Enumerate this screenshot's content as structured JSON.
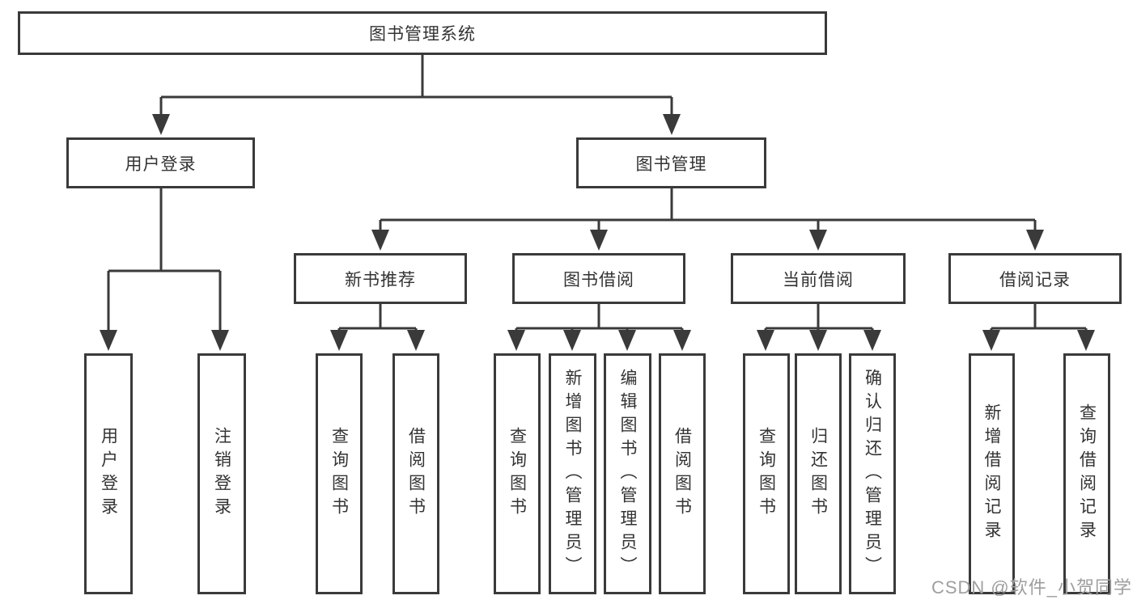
{
  "diagram": {
    "type": "hierarchy-tree",
    "title": "图书管理系统",
    "colors": {
      "line": "#3a3a3a",
      "text": "#333333",
      "box_fill": "#ffffff",
      "background": "#ffffff",
      "watermark": "#9e9e9e"
    },
    "tree": {
      "root": {
        "label": "图书管理系统"
      },
      "branches": [
        {
          "label": "用户登录",
          "children": [
            {
              "label": "用户登录"
            },
            {
              "label": "注销登录"
            }
          ]
        },
        {
          "label": "图书管理",
          "modules": [
            {
              "label": "新书推荐",
              "children": [
                {
                  "label": "查询图书"
                },
                {
                  "label": "借阅图书"
                }
              ]
            },
            {
              "label": "图书借阅",
              "children": [
                {
                  "label": "查询图书"
                },
                {
                  "label": "新增图书（管理员）"
                },
                {
                  "label": "编辑图书（管理员）"
                },
                {
                  "label": "借阅图书"
                }
              ]
            },
            {
              "label": "当前借阅",
              "children": [
                {
                  "label": "查询图书"
                },
                {
                  "label": "归还图书"
                },
                {
                  "label": "确认归还（管理员）"
                }
              ]
            },
            {
              "label": "借阅记录",
              "children": [
                {
                  "label": "新增借阅记录"
                },
                {
                  "label": "查询借阅记录"
                }
              ]
            }
          ]
        }
      ]
    },
    "watermark": {
      "text": "CSDN @软件_小贺同学"
    }
  }
}
